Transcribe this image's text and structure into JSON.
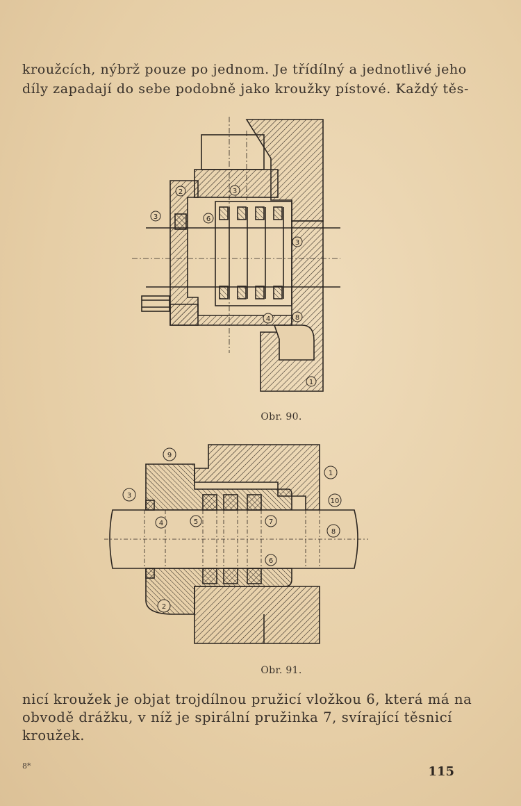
{
  "text_top": [
    "kroužcích, nýbrž pouze po jednom. Je třídílný a jednotlivé jeho",
    "díly zapadají do sebe podobně jako kroužky pístové. Každý těs-"
  ],
  "figure_90": {
    "caption": "Obr. 90.",
    "labels": [
      "2",
      "3",
      "3",
      "6",
      "3",
      "4",
      "8",
      "1"
    ]
  },
  "figure_91": {
    "caption": "Obr. 91.",
    "labels": [
      "9",
      "1",
      "3",
      "10",
      "4",
      "5",
      "7",
      "8",
      "6",
      "2"
    ]
  },
  "text_bottom": [
    "nicí kroužek je objat trojdílnou pružicí vložkou 6, která má na",
    "obvodě drážku, v níž je spirální pružinka 7, svírající těsnicí",
    "kroužek."
  ],
  "signature_mark": "8*",
  "page_number": "115",
  "colors": {
    "paper": "#e8d2ad",
    "ink": "#2b2520"
  }
}
